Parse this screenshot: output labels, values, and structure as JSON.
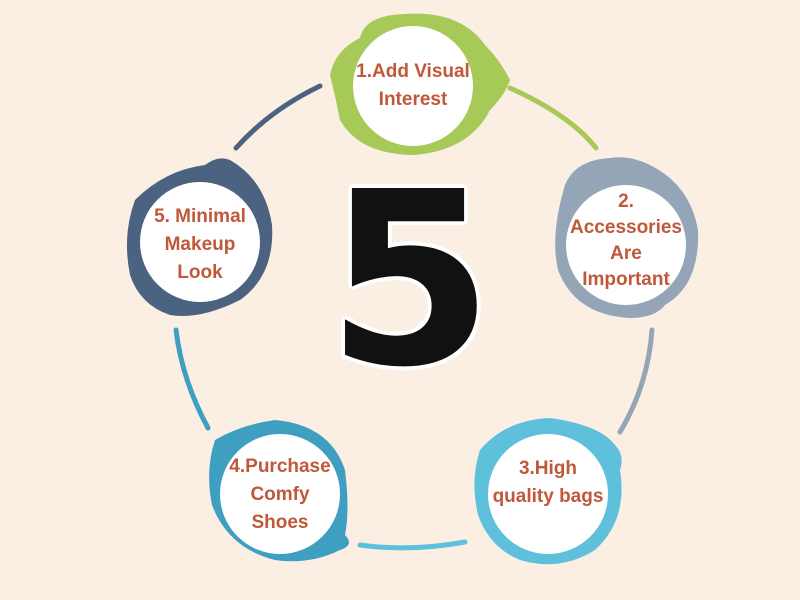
{
  "center_number": "5",
  "steps": [
    {
      "label": "1.Add Visual\nInterest",
      "color": "#a6c957"
    },
    {
      "label": "2.\nAccessories\nAre\nImportant",
      "color": "#93a5b6"
    },
    {
      "label": "3.High\nquality bags",
      "color": "#5ec0db"
    },
    {
      "label": "4.Purchase\nComfy\nShoes",
      "color": "#3e9fc0"
    },
    {
      "label": "5. Minimal\nMakeup\nLook",
      "color": "#4b6380"
    }
  ],
  "colors": {
    "background": "#fbeee2",
    "label_text": "#c0583a",
    "digit": "#111111"
  }
}
